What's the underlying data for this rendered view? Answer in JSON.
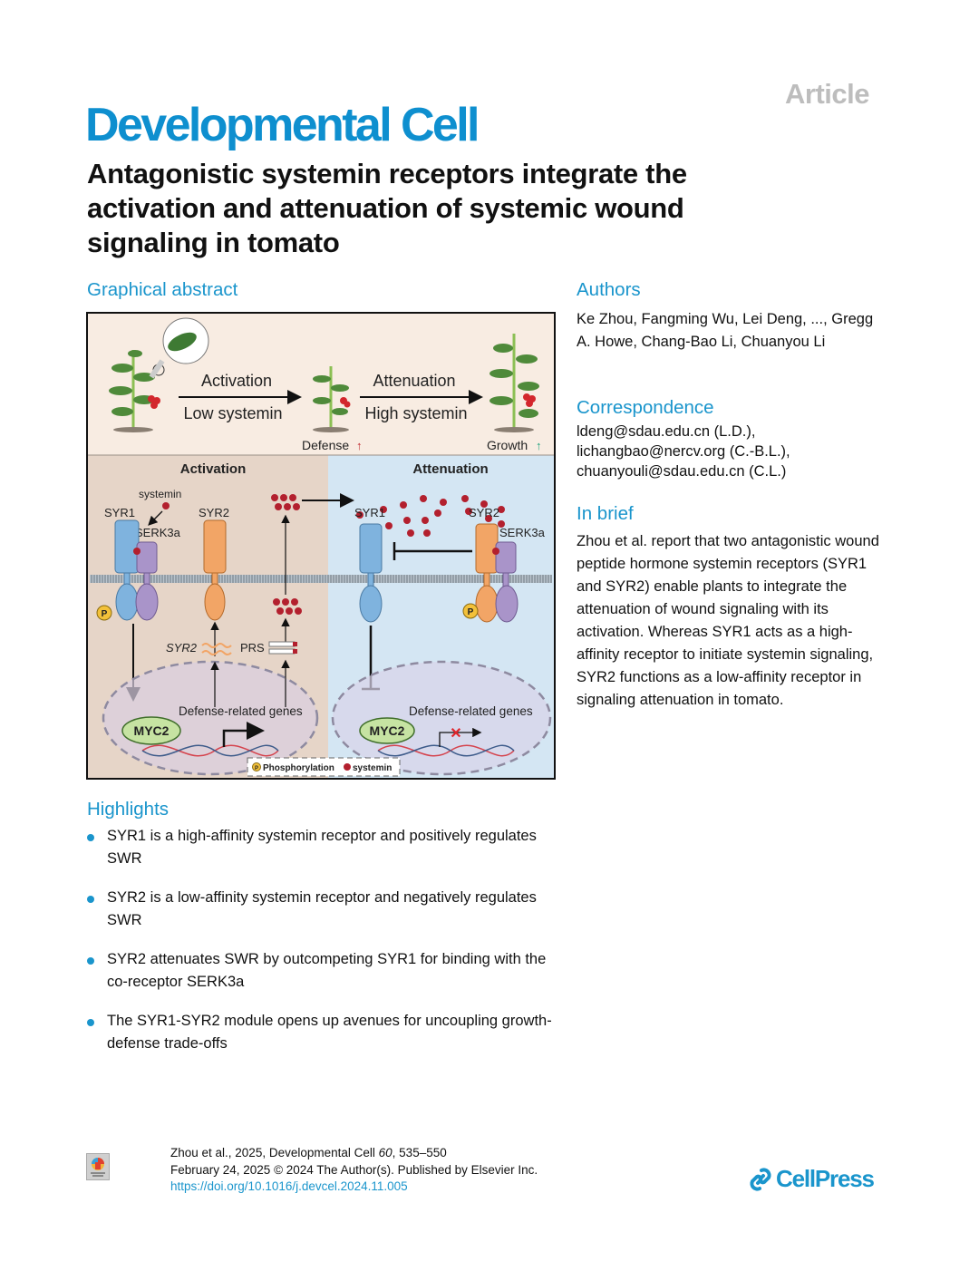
{
  "header": {
    "article_type": "Article",
    "journal": "Developmental Cell",
    "title": "Antagonistic systemin receptors integrate the activation and attenuation of systemic wound signaling in tomato"
  },
  "graphical_abstract": {
    "heading": "Graphical abstract",
    "top_panel": {
      "step1_label": "Activation",
      "step1_sublabel": "Low systemin",
      "step2_label": "Attenuation",
      "step2_sublabel": "High systemin",
      "outcome1": "Defense",
      "outcome2": "Growth"
    },
    "left_panel": {
      "title": "Activation",
      "systemin_label": "systemin",
      "receptor1": "SYR1",
      "coreceptor": "SERK3a",
      "receptor2": "SYR2",
      "phospho": "P",
      "syr2_gene": "SYR2",
      "prs_gene": "PRS",
      "genes_label": "Defense-related genes",
      "tf": "MYC2"
    },
    "right_panel": {
      "title": "Attenuation",
      "receptor1": "SYR1",
      "receptor2": "SYR2",
      "coreceptor": "SERK3a",
      "phospho": "P",
      "genes_label": "Defense-related genes",
      "tf": "MYC2"
    },
    "legend": {
      "phospho_symbol": "P",
      "phospho_label": "Phosphorylation",
      "systemin_label": "systemin"
    },
    "colors": {
      "top_bg": "#f8ece2",
      "left_bg": "#e6d5c8",
      "right_bg": "#d4e6f3",
      "syr1": "#7fb3de",
      "syr2": "#f2a566",
      "serk3a": "#a994c9",
      "systemin": "#b3202e",
      "myc2": "#c6e3a2",
      "phospho": "#f3c13a"
    }
  },
  "authors": {
    "heading": "Authors",
    "names": "Ke Zhou, Fangming Wu, Lei Deng, ..., Gregg A. Howe, Chang-Bao Li, Chuanyou Li"
  },
  "correspondence": {
    "heading": "Correspondence",
    "emails": [
      "ldeng@sdau.edu.cn (L.D.),",
      "lichangbao@nercv.org (C.-B.L.),",
      "chuanyouli@sdau.edu.cn (C.L.)"
    ]
  },
  "in_brief": {
    "heading": "In brief",
    "text": "Zhou et al. report that two antagonistic wound peptide hormone systemin receptors (SYR1 and SYR2) enable plants to integrate the attenuation of wound signaling with its activation. Whereas SYR1 acts as a high-affinity receptor to initiate systemin signaling, SYR2 functions as a low-affinity receptor in signaling attenuation in tomato."
  },
  "highlights": {
    "heading": "Highlights",
    "items": [
      "SYR1 is a high-affinity systemin receptor and positively regulates SWR",
      "SYR2 is a low-affinity systemin receptor and negatively regulates SWR",
      "SYR2 attenuates SWR by outcompeting SYR1 for binding with the co-receptor SERK3a",
      "The SYR1-SYR2 module opens up avenues for uncoupling growth-defense trade-offs"
    ]
  },
  "footer": {
    "citation_prefix": "Zhou et al., 2025, Developmental Cell ",
    "volume": "60",
    "pages": ", 535–550",
    "date_line": "February 24, 2025 © 2024 The Author(s). Published by Elsevier Inc.",
    "doi": "https://doi.org/10.1016/j.devcel.2024.11.005",
    "crossmark_icon": "check-for-updates-icon",
    "publisher": "CellPress"
  }
}
